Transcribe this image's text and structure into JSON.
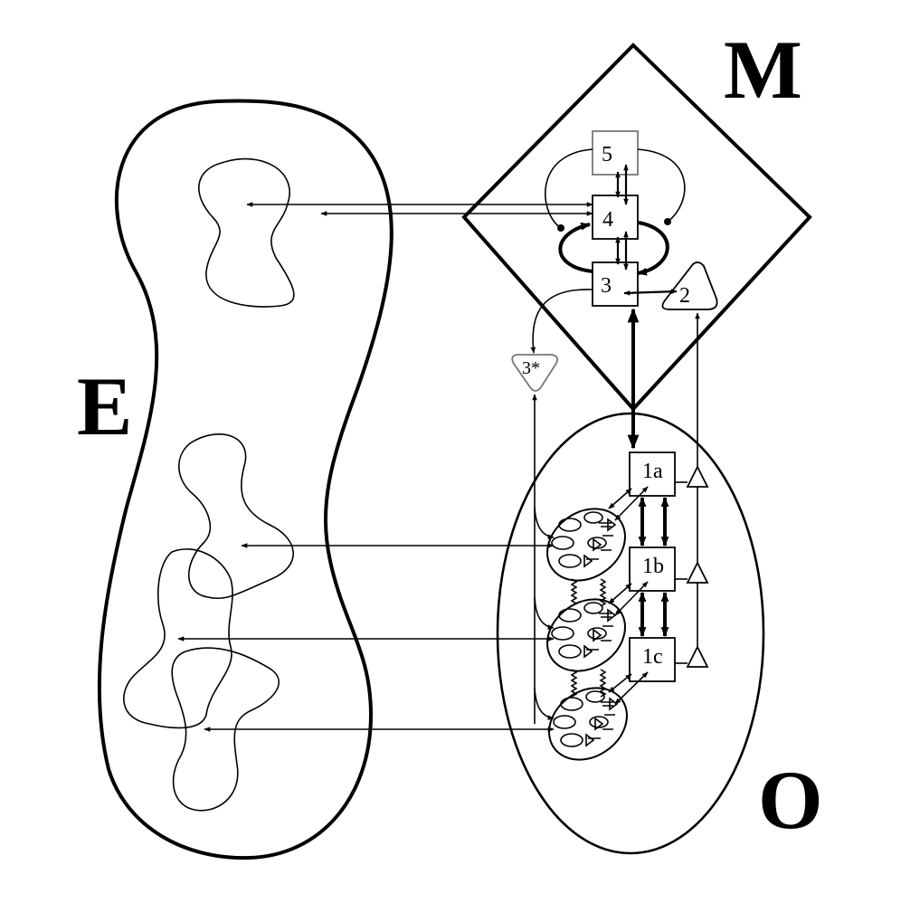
{
  "regions": {
    "environment_label": "E",
    "meta_label": "M",
    "organism_label": "O"
  },
  "meta_nodes": {
    "n5": "5",
    "n4": "4",
    "n3": "3",
    "n2": "2",
    "n3star": "3*"
  },
  "organism_nodes": {
    "n1a": "1a",
    "n1b": "1b",
    "n1c": "1c"
  }
}
